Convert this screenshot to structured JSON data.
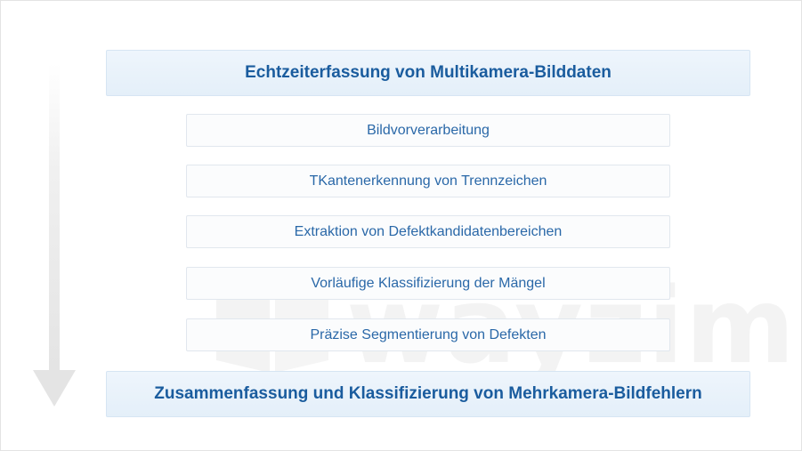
{
  "diagram": {
    "top": "Echtzeiterfassung von Multikamera-Bilddaten",
    "steps": [
      "Bildvorverarbeitung",
      "TKantenerkennung von Trennzeichen",
      "Extraktion von Defektkandidatenbereichen",
      "Vorläufige Klassifizierung der Mängel",
      "Präzise Segmentierung von Defekten"
    ],
    "bottom": "Zusammenfassung und Klassifizierung von Mehrkamera-Bildfehlern"
  },
  "watermark": {
    "text": "wayzim"
  },
  "colors": {
    "text_primary": "#1a5c9e",
    "main_box_fill": "#e8f1fa",
    "step_box_fill": "#fbfcfd",
    "arrow": "#e6e6e6"
  },
  "icons": {
    "flow_arrow": "down-arrow-icon",
    "watermark_logo": "wayzim-logo-icon"
  }
}
